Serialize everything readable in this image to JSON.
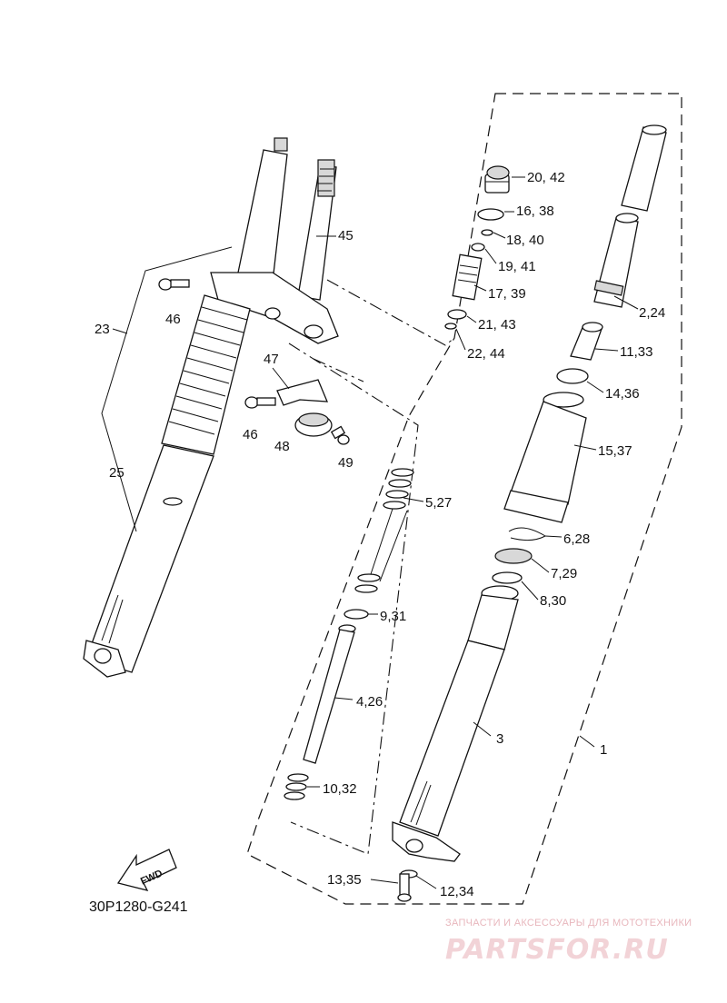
{
  "diagram": {
    "code": "30P1280-G241",
    "fwd_label": "FWD",
    "labels": {
      "p1": "1",
      "p2_24": "2,24",
      "p3": "3",
      "p4_26": "4,26",
      "p5_27": "5,27",
      "p6_28": "6,28",
      "p7_29": "7,29",
      "p8_30": "8,30",
      "p9_31": "9,31",
      "p10_32": "10,32",
      "p11_33": "11,33",
      "p12_34": "12,34",
      "p13_35": "13,35",
      "p14_36": "14,36",
      "p15_37": "15,37",
      "p16_38": "16, 38",
      "p17_39": "17, 39",
      "p18_40": "18, 40",
      "p19_41": "19, 41",
      "p20_42": "20, 42",
      "p21_43": "21, 43",
      "p22_44": "22, 44",
      "p23": "23",
      "p25": "25",
      "p45": "45",
      "p46a": "46",
      "p46b": "46",
      "p47": "47",
      "p48": "48",
      "p49": "49"
    }
  },
  "watermark": {
    "tagline": "ЗАПЧАСТИ И АКСЕССУАРЫ ДЛЯ МОТОТЕХНИКИ",
    "logo": "PARTSFOR.RU",
    "color": "#e8b7bd"
  }
}
